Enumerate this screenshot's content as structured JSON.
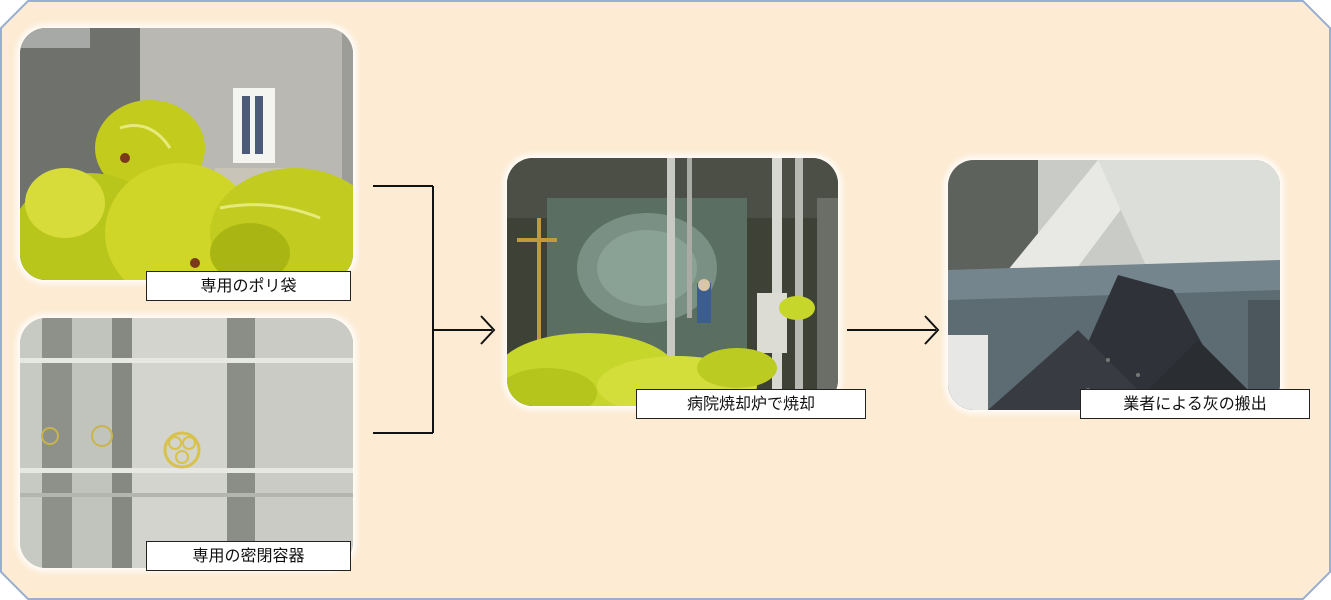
{
  "captions": {
    "poly_bag": "専用のポリ袋",
    "sealed_container": "専用の密閉容器",
    "incinerator": "病院焼却炉で焼却",
    "ash_removal": "業者による灰の搬出"
  },
  "colors": {
    "panel_fill": "#fdebd3",
    "panel_border": "#9aaed0",
    "connector": "#111111"
  },
  "photos": {
    "poly_bag": "yellow-biohazard-bags-photo",
    "sealed_container": "white-biohazard-drums-photo",
    "incinerator": "hospital-incinerator-photo",
    "ash_removal": "ash-dumpster-photo"
  }
}
